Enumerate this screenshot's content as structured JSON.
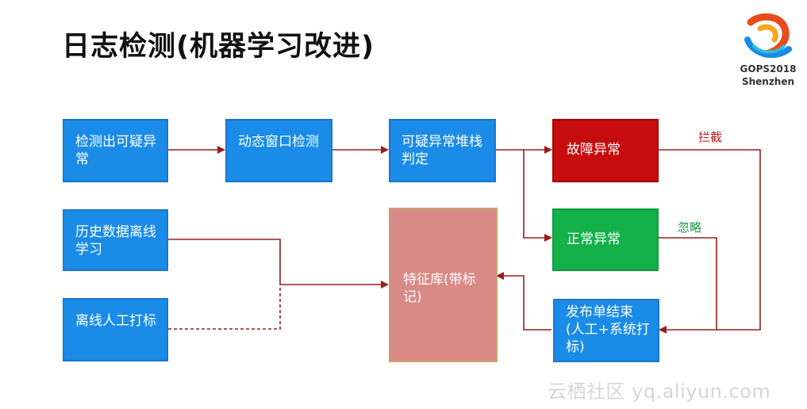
{
  "title": "日志检测(机器学习改进)",
  "logo": {
    "line1": "GOPS2018",
    "line2": "Shenzhen"
  },
  "nodes": {
    "detect": "检测出可疑异常",
    "window": "动态窗口检测",
    "stack": "可疑异常堆栈判定",
    "fault": "故障异常",
    "normal": "正常异常",
    "history": "历史数据离线学习",
    "manual": "离线人工打标",
    "feature": "特征库(带标记)",
    "ticket": "发布单结束(人工+系统打标)"
  },
  "edge_labels": {
    "intercept": "拦截",
    "ignore": "忽略"
  },
  "colors": {
    "process": "#1a8be6",
    "fault": "#c60c0c",
    "normal": "#14b04a",
    "feature": "#d98a86",
    "arrow": "#9b1c1c"
  },
  "watermark": "云栖社区 yq.aliyun.com"
}
